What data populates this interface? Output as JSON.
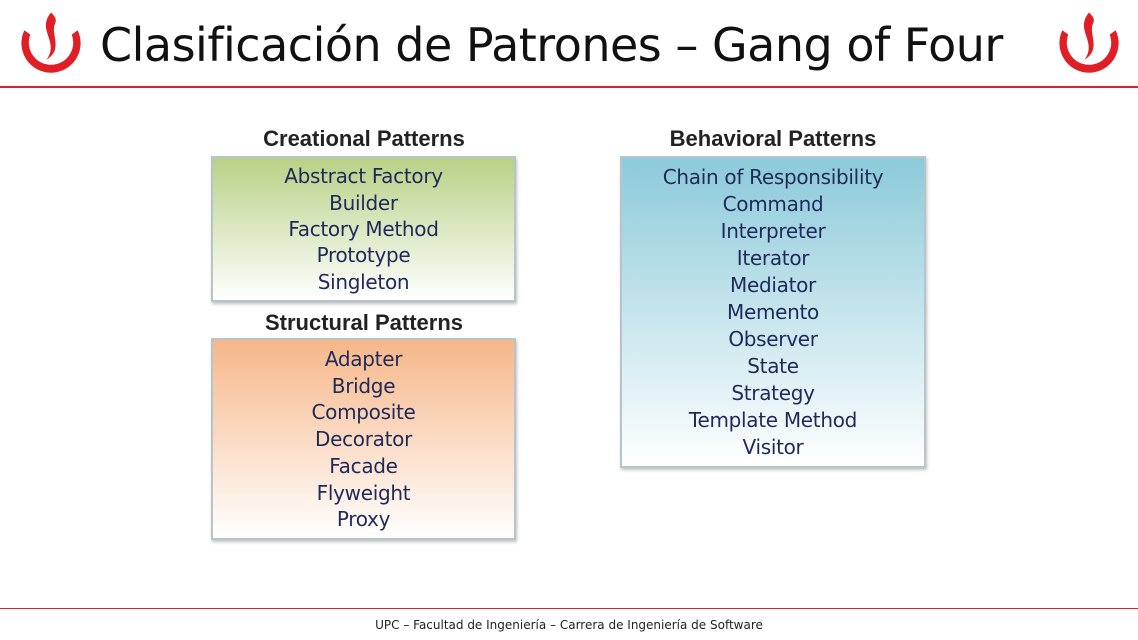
{
  "header": {
    "title": "Clasificación de Patrones – Gang of Four",
    "logo_color": "#e01e25"
  },
  "creational": {
    "heading": "Creational Patterns",
    "items": [
      "Abstract Factory",
      "Builder",
      "Factory Method",
      "Prototype",
      "Singleton"
    ]
  },
  "structural": {
    "heading": "Structural Patterns",
    "items": [
      "Adapter",
      "Bridge",
      "Composite",
      "Decorator",
      "Facade",
      "Flyweight",
      "Proxy"
    ]
  },
  "behavioral": {
    "heading": "Behavioral Patterns",
    "items": [
      "Chain of Responsibility",
      "Command",
      "Interpreter",
      "Iterator",
      "Mediator",
      "Memento",
      "Observer",
      "State",
      "Strategy",
      "Template Method",
      "Visitor"
    ]
  },
  "footer": {
    "text": "UPC – Facultad de Ingeniería – Carrera de Ingeniería de Software"
  }
}
